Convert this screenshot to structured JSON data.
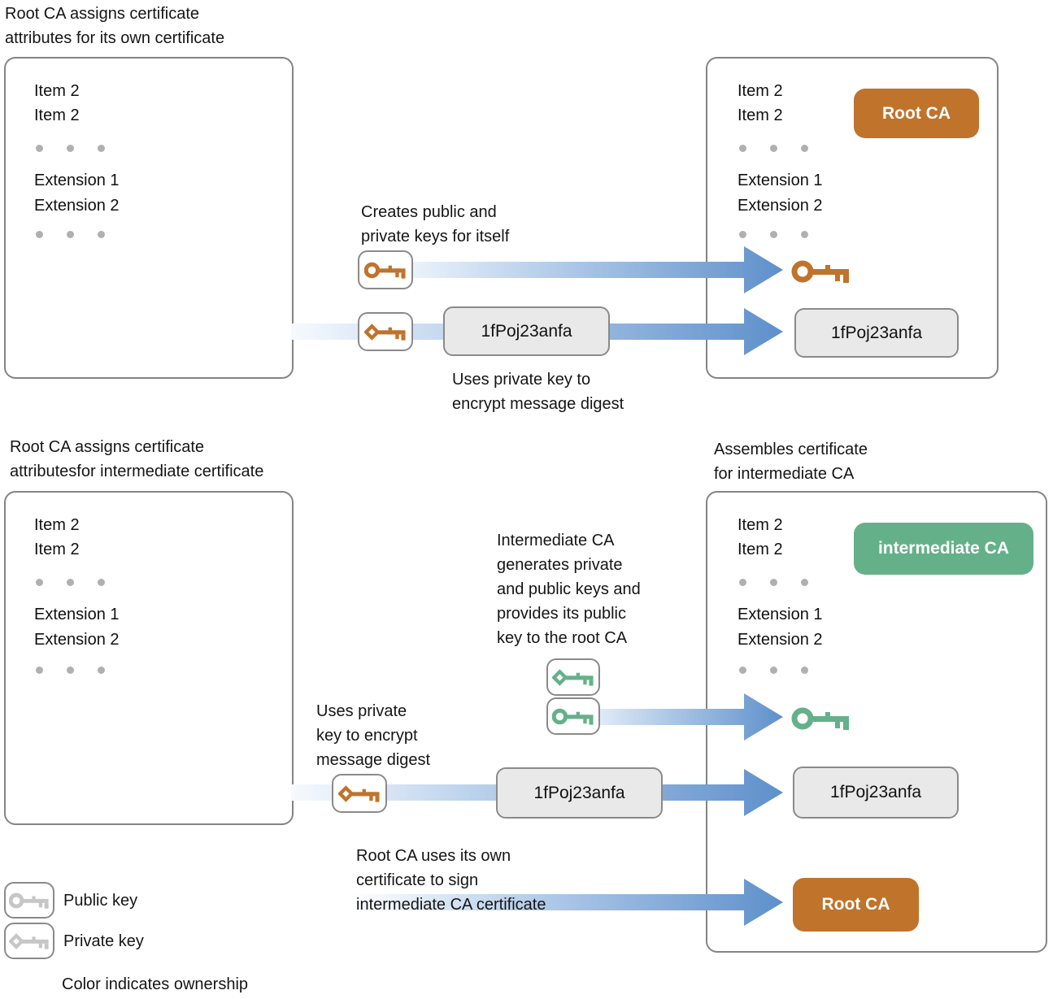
{
  "colors": {
    "root_ca_orange": "#c0732b",
    "intermediate_ca_green": "#64b189",
    "neutral_key_gray": "#c6c6c6",
    "arrow_blue": "#5e90cb"
  },
  "icons": {
    "public_key": "circle-bow-key",
    "private_key": "diamond-bow-key"
  },
  "cert_box": {
    "item_a": "Item 2",
    "item_b": "Item 2",
    "ext_a": "Extension 1",
    "ext_b": "Extension 2"
  },
  "badges": {
    "root_ca": "Root CA",
    "intermediate_ca": "intermediate CA"
  },
  "digest": "1fPoj23anfa",
  "top": {
    "left_heading": "Root CA assigns certificate\nattributes for its own certificate",
    "creates_keys_label": "Creates public and\nprivate keys for itself",
    "uses_private_label": "Uses private key to\nencrypt message digest"
  },
  "bottom": {
    "left_heading": "Root CA assigns certificate\nattributesfor intermediate certificate",
    "right_heading": "Assembles certificate\nfor intermediate CA",
    "intermediate_generates_label": "Intermediate CA\ngenerates private\nand public keys and\nprovides its public\nkey to the root CA",
    "uses_private_label": "Uses private\nkey to encrypt\nmessage digest",
    "root_signs_label": "Root CA uses its own\ncertificate to sign\nintermediate CA certificate"
  },
  "legend": {
    "public_key": "Public key",
    "private_key": "Private key",
    "ownership_note": "Color indicates ownership"
  }
}
